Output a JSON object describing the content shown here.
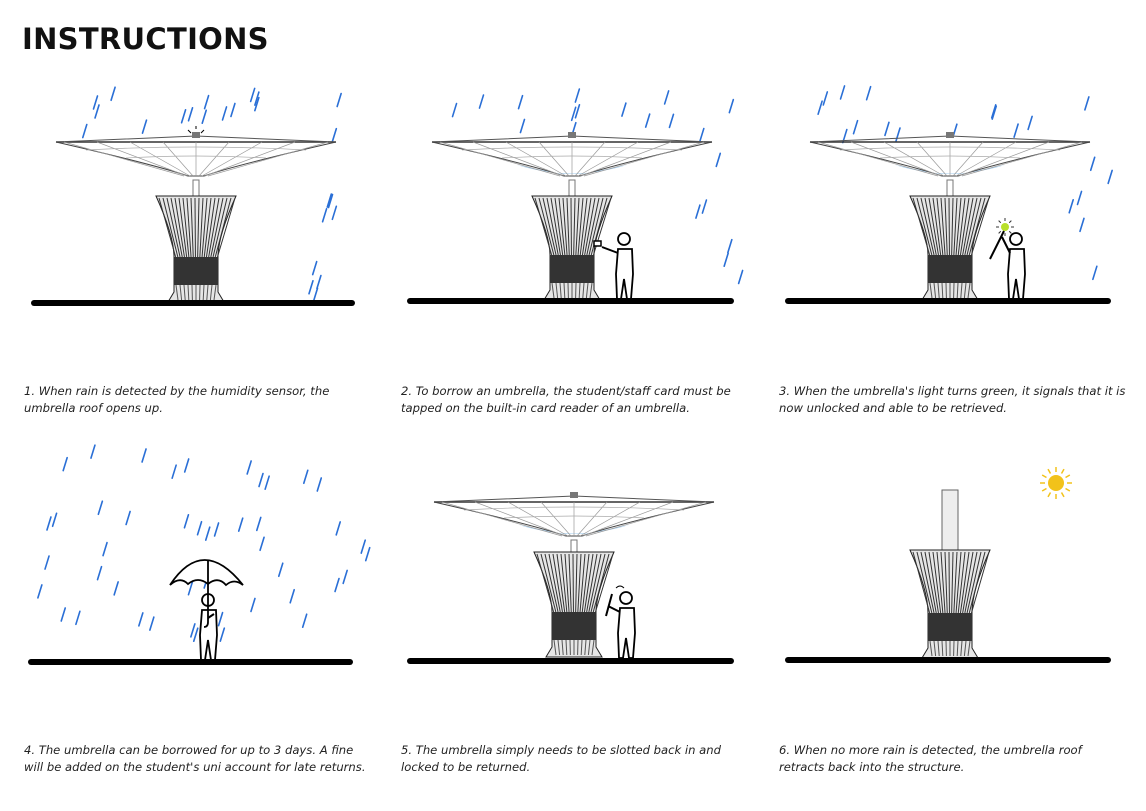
{
  "title": "INSTRUCTIONS",
  "colors": {
    "rain": "#2a6fd6",
    "ground": "#000000",
    "sun": "#f2c21a",
    "light_green": "#b8e02a",
    "water": "#a8d0f0"
  },
  "steps": [
    {
      "number": 1,
      "caption": "1. When rain is detected by the humidity sensor, the umbrella roof opens up."
    },
    {
      "number": 2,
      "caption": "2. To borrow an umbrella, the student/staff card must be tapped on the built-in card reader of an umbrella."
    },
    {
      "number": 3,
      "caption": "3. When the umbrella's light turns green, it signals that it is now unlocked and able to be retrieved."
    },
    {
      "number": 4,
      "caption": "4. The umbrella can be borrowed for up to 3 days. A fine will be added on the student's uni account for late returns."
    },
    {
      "number": 5,
      "caption": "5. The umbrella simply needs to be slotted back in and locked to be returned."
    },
    {
      "number": 6,
      "caption": "6. When no more rain is detected, the umbrella roof retracts back into the structure."
    }
  ]
}
